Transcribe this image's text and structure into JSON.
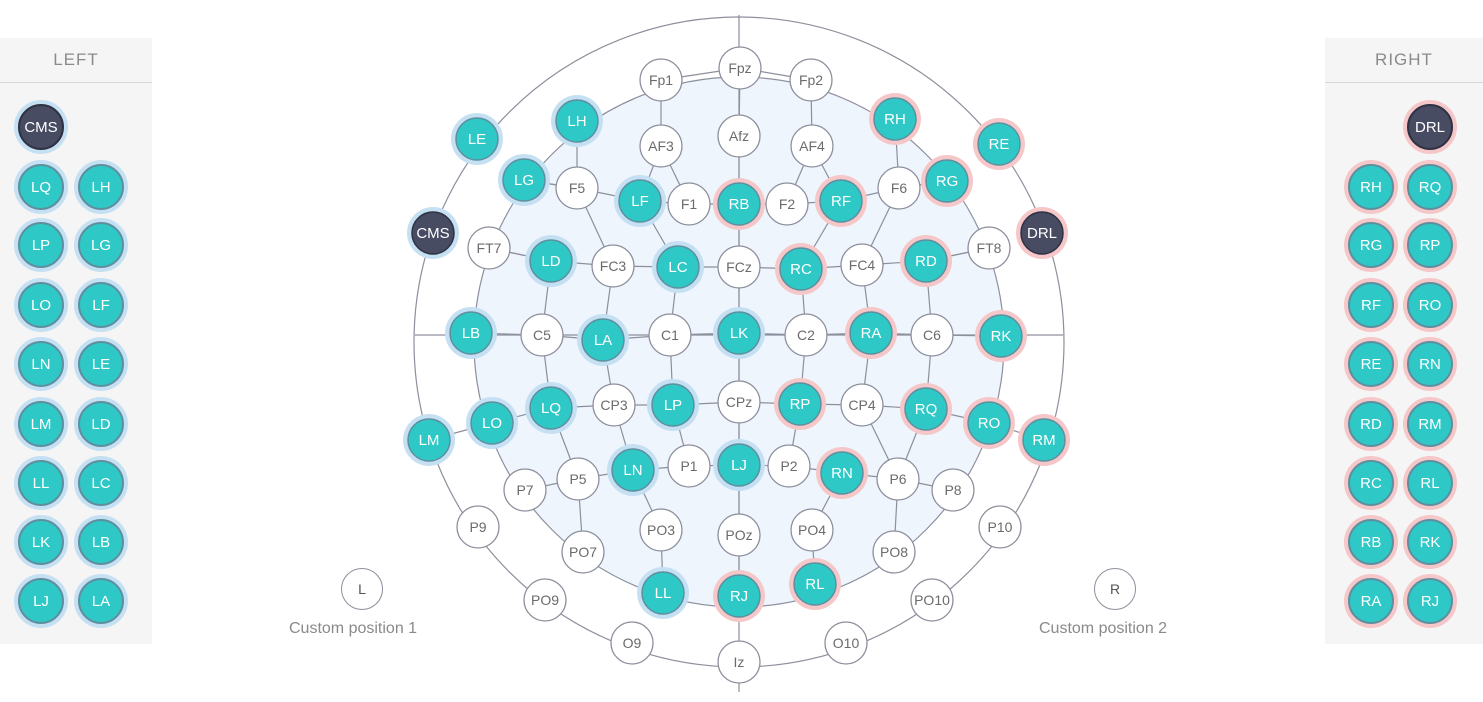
{
  "left_panel": {
    "title": "LEFT",
    "rows": [
      [
        "CMS"
      ],
      [
        "LQ",
        "LH"
      ],
      [
        "LP",
        "LG"
      ],
      [
        "LO",
        "LF"
      ],
      [
        "LN",
        "LE"
      ],
      [
        "LM",
        "LD"
      ],
      [
        "LL",
        "LC"
      ],
      [
        "LK",
        "LB"
      ],
      [
        "LJ",
        "LA"
      ]
    ]
  },
  "right_panel": {
    "title": "RIGHT",
    "rows": [
      [
        "DRL"
      ],
      [
        "RH",
        "RQ"
      ],
      [
        "RG",
        "RP"
      ],
      [
        "RF",
        "RO"
      ],
      [
        "RE",
        "RN"
      ],
      [
        "RD",
        "RM"
      ],
      [
        "RC",
        "RL"
      ],
      [
        "RB",
        "RK"
      ],
      [
        "RA",
        "RJ"
      ]
    ]
  },
  "custom_positions": [
    {
      "pin_label": "L",
      "caption": "Custom position 1"
    },
    {
      "pin_label": "R",
      "caption": "Custom position 2"
    }
  ],
  "head_map": {
    "standard_labels": [
      "Fpz",
      "Fp1",
      "Fp2",
      "AF3",
      "Afz",
      "AF4",
      "F5",
      "F1",
      "F2",
      "F6",
      "FT7",
      "FC3",
      "FCz",
      "FC4",
      "FT8",
      "C5",
      "C1",
      "C2",
      "C6",
      "CP3",
      "CPz",
      "CP4",
      "P7",
      "P5",
      "P1",
      "P2",
      "P6",
      "P8",
      "P9",
      "P10",
      "PO3",
      "POz",
      "PO4",
      "PO7",
      "PO8",
      "PO9",
      "PO10",
      "O9",
      "O10",
      "Iz"
    ],
    "assigned_labels": [
      "CMS",
      "LE",
      "LH",
      "LG",
      "LF",
      "LD",
      "LC",
      "LB",
      "LA",
      "LK",
      "LQ",
      "LP",
      "LO",
      "LM",
      "LN",
      "LJ",
      "LL",
      "DRL",
      "RE",
      "RH",
      "RG",
      "RB",
      "RF",
      "RD",
      "RC",
      "RA",
      "RK",
      "RO",
      "RP",
      "RQ",
      "RM",
      "RN",
      "RJ",
      "RL"
    ]
  },
  "colors": {
    "electrode_fill": "#2ec8c6",
    "left_halo": "#c6e0f3",
    "right_halo": "#f6c7c9",
    "reference_fill": "#474c62",
    "scalp_fill": "#eef5fd",
    "line": "#8d8f9c"
  }
}
